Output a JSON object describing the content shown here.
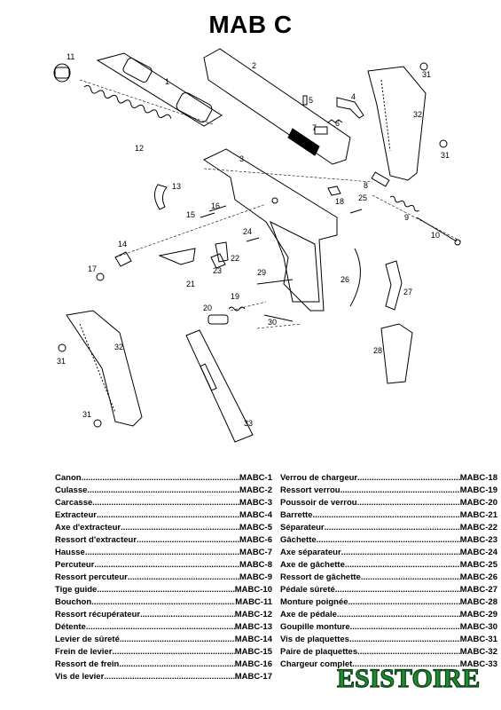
{
  "title": "MAB C",
  "callouts": [
    "1",
    "2",
    "3",
    "4",
    "5",
    "6",
    "7",
    "8",
    "9",
    "10",
    "11",
    "12",
    "13",
    "14",
    "15",
    "16",
    "17",
    "18",
    "19",
    "20",
    "21",
    "22",
    "23",
    "24",
    "25",
    "26",
    "27",
    "28",
    "29",
    "30",
    "31",
    "32",
    "33"
  ],
  "parts_left": [
    {
      "name": "Canon",
      "code": "MABC-1"
    },
    {
      "name": "Culasse",
      "code": "MABC-2"
    },
    {
      "name": "Carcasse",
      "code": "MABC-3"
    },
    {
      "name": "Extracteur",
      "code": "MABC-4"
    },
    {
      "name": "Axe d'extracteur",
      "code": "MABC-5"
    },
    {
      "name": "Ressort d'extracteur",
      "code": "MABC-6"
    },
    {
      "name": "Hausse",
      "code": "MABC-7"
    },
    {
      "name": "Percuteur",
      "code": "MABC-8"
    },
    {
      "name": "Ressort percuteur",
      "code": "MABC-9"
    },
    {
      "name": "Tige guide",
      "code": "MABC-10"
    },
    {
      "name": "Bouchon",
      "code": "MABC-11"
    },
    {
      "name": "Ressort récupérateur",
      "code": "MABC-12"
    },
    {
      "name": "Détente",
      "code": "MABC-13"
    },
    {
      "name": "Levier de sûreté",
      "code": "MABC-14"
    },
    {
      "name": "Frein de levier",
      "code": "MABC-15"
    },
    {
      "name": "Ressort de frein",
      "code": "MABC-16"
    },
    {
      "name": "Vis de levier",
      "code": "MABC-17"
    }
  ],
  "parts_right": [
    {
      "name": "Verrou de chargeur",
      "code": "MABC-18"
    },
    {
      "name": "Ressort verrou",
      "code": "MABC-19"
    },
    {
      "name": "Poussoir de verrou",
      "code": "MABC-20"
    },
    {
      "name": "Barrette",
      "code": "MABC-21"
    },
    {
      "name": "Séparateur",
      "code": "MABC-22"
    },
    {
      "name": "Gâchette",
      "code": "MABC-23"
    },
    {
      "name": "Axe séparateur",
      "code": "MABC-24"
    },
    {
      "name": "Axe de gâchette",
      "code": "MABC-25"
    },
    {
      "name": "Ressort de gâchette",
      "code": "MABC-26"
    },
    {
      "name": "Pédale sûreté",
      "code": "MABC-27"
    },
    {
      "name": "Monture poignée",
      "code": "MABC-28"
    },
    {
      "name": "Axe de pédale",
      "code": "MABC-29"
    },
    {
      "name": "Goupille monture",
      "code": "MABC-30"
    },
    {
      "name": "Vis de plaquettes",
      "code": "MABC-31"
    },
    {
      "name": "Paire de plaquettes",
      "code": "MABC-32"
    },
    {
      "name": "Chargeur complet",
      "code": "MABC-33"
    }
  ],
  "logo": {
    "text": "ESISTOIRE",
    "color": "#1f8a2e"
  }
}
